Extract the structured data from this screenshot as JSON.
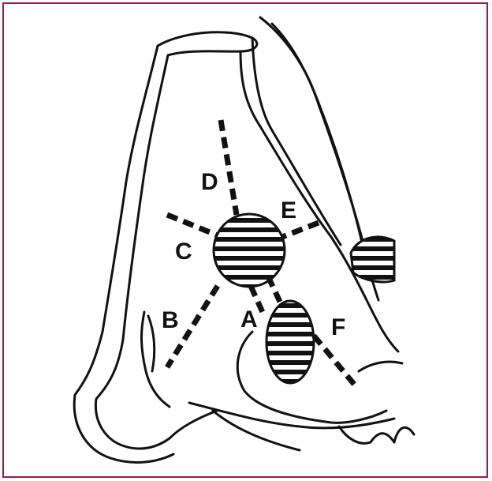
{
  "figure": {
    "labels": [
      "A",
      "B",
      "C",
      "D",
      "E",
      "F"
    ],
    "border_color": "#9b1b46",
    "ink_color": "#111111"
  }
}
